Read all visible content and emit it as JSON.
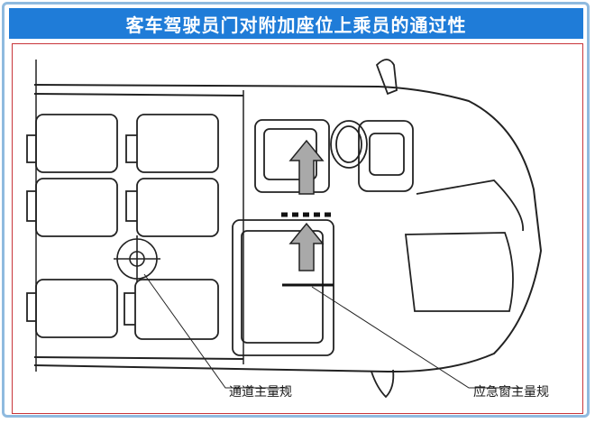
{
  "header": {
    "title": "客车驾驶员门对附加座位上乘员的通过性"
  },
  "labels": {
    "aisle_gauge": "通道主量规",
    "emergency_window_gauge": "应急窗主量规"
  },
  "colors": {
    "title_bg": "#1f7cd8",
    "frame_border": "#8fbadf",
    "diagram_border": "#c8353a",
    "arrow_fill": "#a9a9a9"
  }
}
